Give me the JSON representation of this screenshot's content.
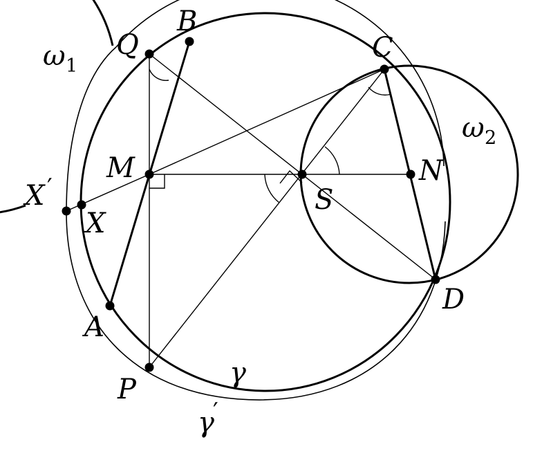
{
  "figure": {
    "colors": {
      "stroke": "#000000",
      "background": "#ffffff"
    },
    "points": [
      {
        "id": "Q",
        "label": "Q"
      },
      {
        "id": "B",
        "label": "B"
      },
      {
        "id": "C",
        "label": "C"
      },
      {
        "id": "M",
        "label": "M"
      },
      {
        "id": "S",
        "label": "S"
      },
      {
        "id": "N",
        "label": "N"
      },
      {
        "id": "X'",
        "label": "X",
        "prime": "′"
      },
      {
        "id": "X",
        "label": "X"
      },
      {
        "id": "A",
        "label": "A"
      },
      {
        "id": "D",
        "label": "D"
      },
      {
        "id": "P",
        "label": "P"
      }
    ],
    "circles": [
      {
        "id": "omega1",
        "label": "ω",
        "subscript": "1"
      },
      {
        "id": "omega2",
        "label": "ω",
        "subscript": "2"
      },
      {
        "id": "gamma",
        "label": "γ"
      },
      {
        "id": "gamma_prime",
        "label": "γ",
        "prime": "′"
      }
    ]
  }
}
